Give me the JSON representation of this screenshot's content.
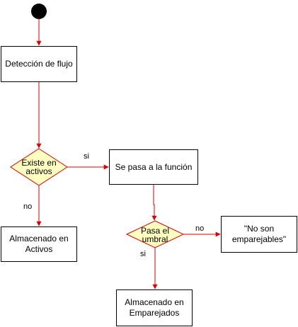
{
  "nodes": {
    "deteccion": "Detección de flujo",
    "existe": "Existe en activos",
    "funcion": "Se pasa a la función",
    "umbral": "Pasa el umbral",
    "activos": "Almacenado en Activos",
    "no_emparejables": "\"No son emparejables\"",
    "emparejados": "Almacenado en Emparejados"
  },
  "edges": {
    "existe_si": "si",
    "existe_no": "no",
    "umbral_no": "no",
    "umbral_si": "si"
  },
  "colors": {
    "line": "#e00000",
    "diamond_fill": "#ffffc0",
    "start": "#000000"
  }
}
